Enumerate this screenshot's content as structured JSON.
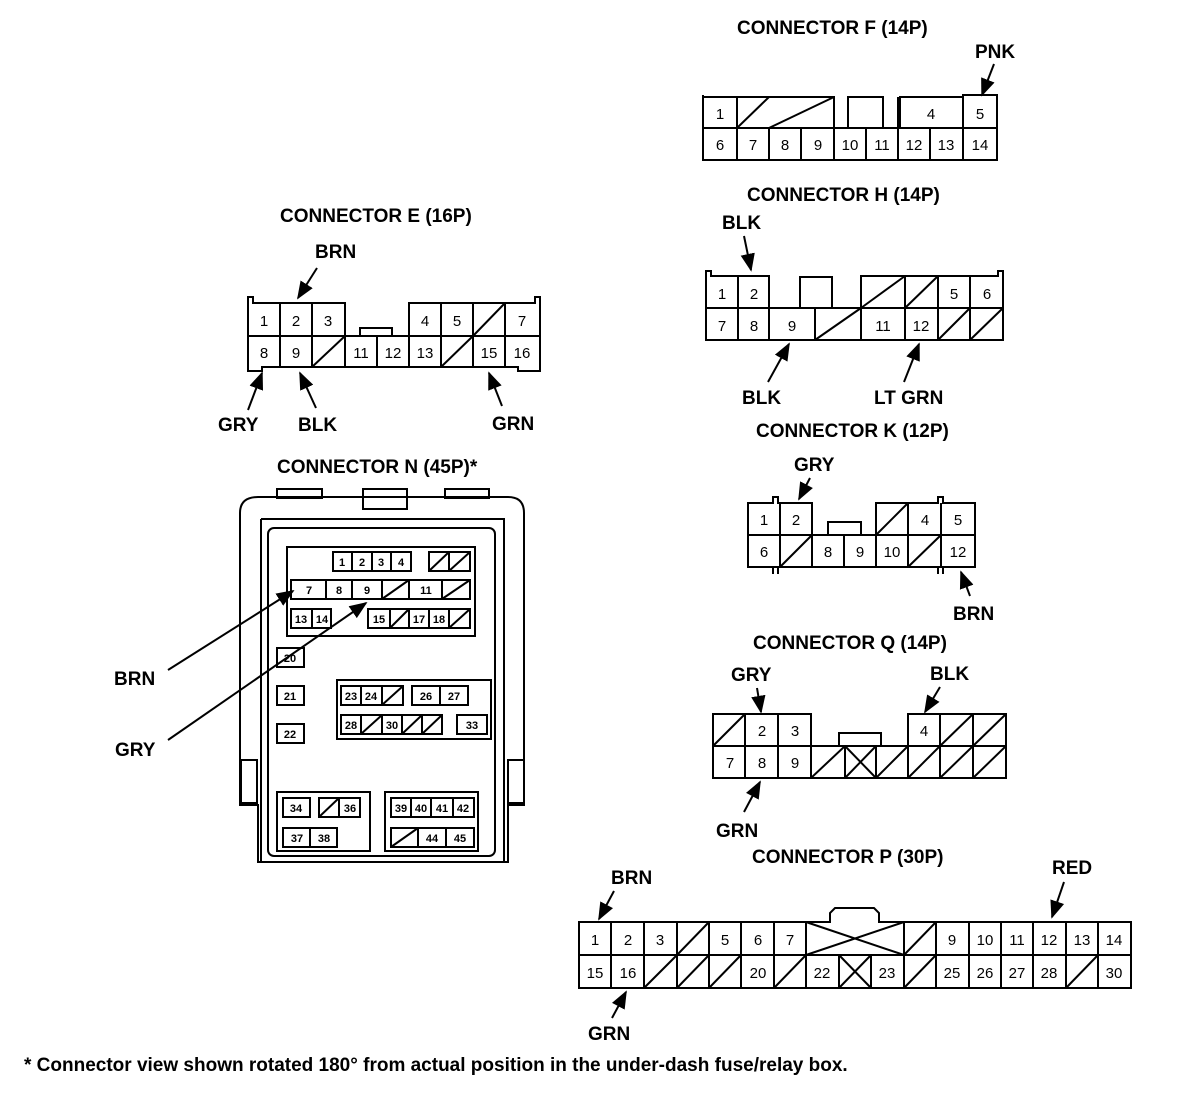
{
  "footnote": "* Connector view shown rotated 180° from actual position in the under-dash fuse/relay box.",
  "connectors": {
    "F": {
      "title": "CONNECTOR F (14P)",
      "pins": [
        "1",
        "4",
        "5",
        "6",
        "7",
        "8",
        "9",
        "10",
        "11",
        "12",
        "13",
        "14"
      ],
      "wires": [
        "PNK"
      ]
    },
    "E": {
      "title": "CONNECTOR E (16P)",
      "pins": [
        "1",
        "2",
        "3",
        "4",
        "5",
        "7",
        "8",
        "9",
        "11",
        "12",
        "13",
        "15",
        "16"
      ],
      "wires": [
        "BRN",
        "GRY",
        "BLK",
        "GRN"
      ]
    },
    "H": {
      "title": "CONNECTOR H (14P)",
      "pins": [
        "1",
        "2",
        "5",
        "6",
        "7",
        "8",
        "9",
        "11",
        "12"
      ],
      "wires": [
        "BLK",
        "BLK",
        "LT GRN"
      ]
    },
    "K": {
      "title": "CONNECTOR K (12P)",
      "pins": [
        "1",
        "2",
        "4",
        "5",
        "6",
        "8",
        "9",
        "10",
        "12"
      ],
      "wires": [
        "GRY",
        "BRN"
      ]
    },
    "N": {
      "title": "CONNECTOR N (45P)*",
      "pins": [
        "1",
        "2",
        "3",
        "4",
        "7",
        "8",
        "9",
        "11",
        "13",
        "14",
        "15",
        "17",
        "18",
        "20",
        "21",
        "22",
        "23",
        "24",
        "26",
        "27",
        "28",
        "30",
        "33",
        "34",
        "36",
        "37",
        "38",
        "39",
        "40",
        "41",
        "42",
        "44",
        "45"
      ],
      "wires": [
        "BRN",
        "GRY"
      ]
    },
    "Q": {
      "title": "CONNECTOR Q (14P)",
      "pins": [
        "2",
        "3",
        "4",
        "7",
        "8",
        "9"
      ],
      "wires": [
        "GRY",
        "BLK",
        "GRN"
      ]
    },
    "P": {
      "title": "CONNECTOR P (30P)",
      "pins": [
        "1",
        "2",
        "3",
        "5",
        "6",
        "7",
        "9",
        "10",
        "11",
        "12",
        "13",
        "14",
        "15",
        "16",
        "20",
        "22",
        "23",
        "25",
        "26",
        "27",
        "28",
        "30"
      ],
      "wires": [
        "BRN",
        "RED",
        "GRN"
      ]
    }
  }
}
